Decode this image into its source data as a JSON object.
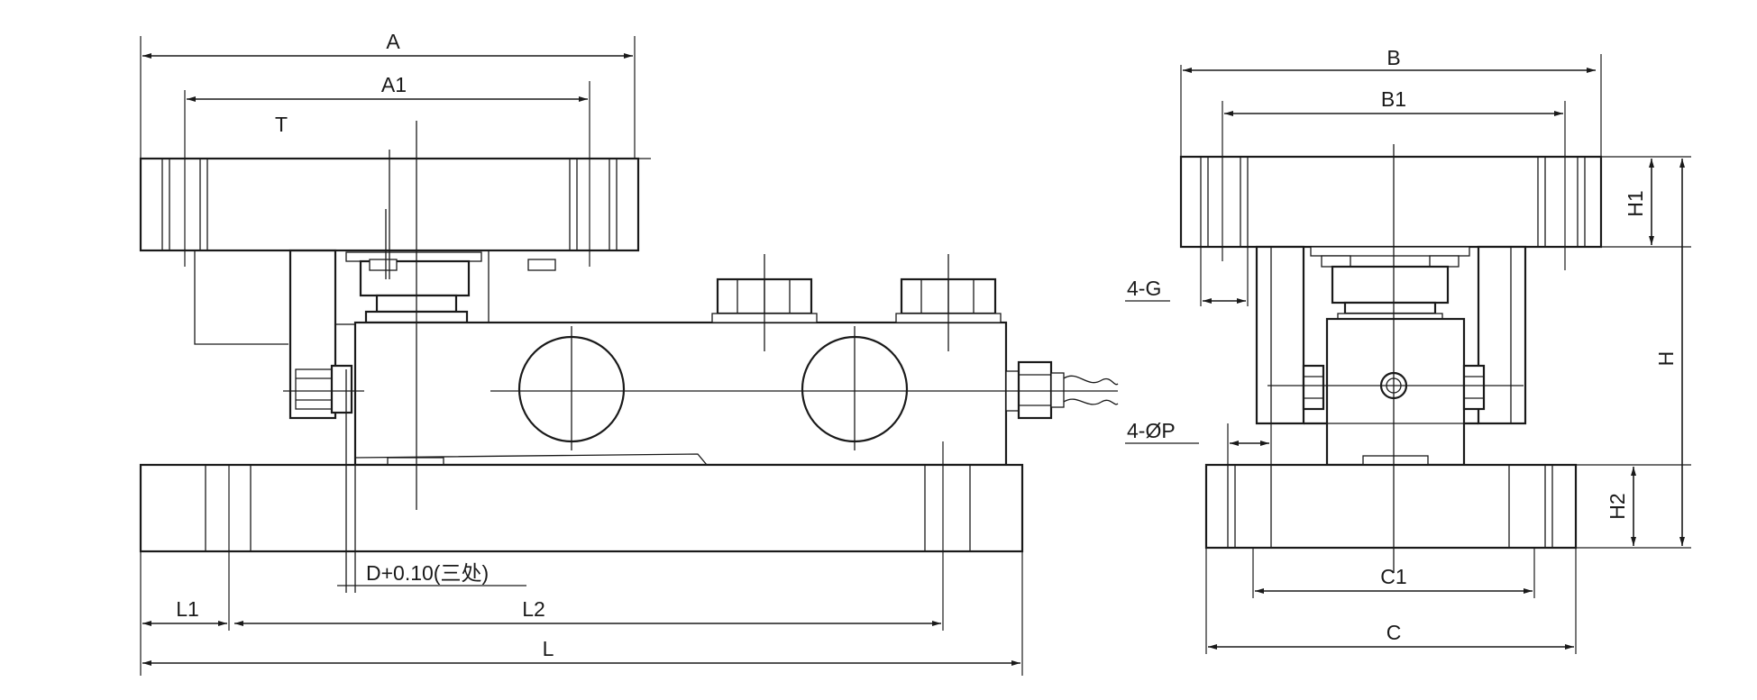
{
  "labels": {
    "A": "A",
    "A1": "A1",
    "T": "T",
    "D": "D+0.10(三处)",
    "L1": "L1",
    "L2": "L2",
    "L": "L",
    "B": "B",
    "B1": "B1",
    "G": "4-G",
    "P": "4-ØP",
    "C1": "C1",
    "C": "C",
    "H": "H",
    "H1": "H1",
    "H2": "H2"
  }
}
